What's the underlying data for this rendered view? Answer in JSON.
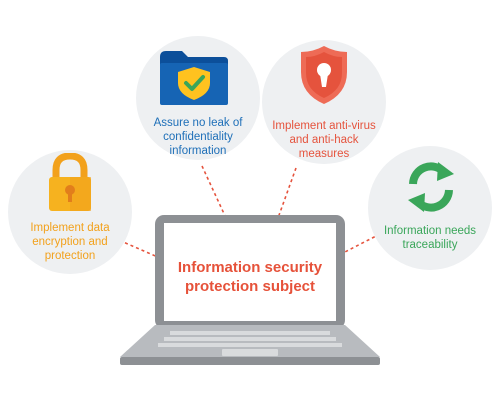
{
  "nodes": {
    "confidentiality": {
      "label": "Assure no leak of confidentiality information",
      "line1": "Assure no leak of",
      "line2": "confidentiality",
      "line3": "information",
      "icon": "folder-shield-check-icon",
      "color": "#1e6fb8"
    },
    "antivirus": {
      "label": "Implement anti-virus and anti-hack measures",
      "line1": "Implement anti-virus",
      "line2": "and anti-hack",
      "line3": "measures",
      "icon": "shield-keyhole-icon",
      "color": "#e5533d"
    },
    "encryption": {
      "label": "Implement data encryption and protection",
      "line1": "Implement data",
      "line2": "encryption and",
      "line3": "protection",
      "icon": "padlock-icon",
      "color": "#f2a11c"
    },
    "traceability": {
      "label": "Information needs traceability",
      "line1": "Information needs",
      "line2": "traceability",
      "icon": "refresh-arrows-icon",
      "color": "#3aa65a"
    }
  },
  "center": {
    "line1": "Information security",
    "line2": "protection subject",
    "icon": "laptop-icon",
    "color": "#e6523a"
  }
}
